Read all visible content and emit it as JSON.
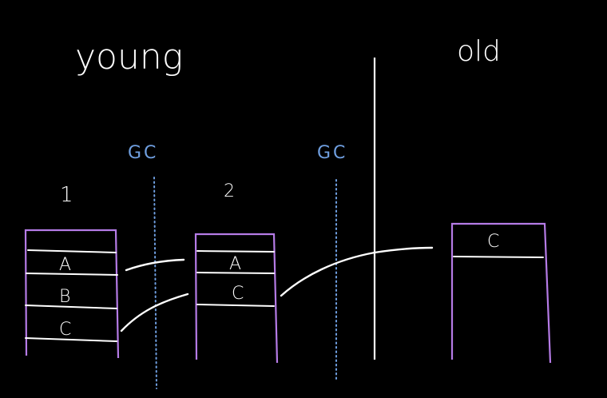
{
  "regions": {
    "young_label": "young",
    "old_label": "old"
  },
  "gc": {
    "first": "GC",
    "second": "GC"
  },
  "stacks": {
    "s1": {
      "number": "1",
      "cells": [
        "A",
        "B",
        "C"
      ]
    },
    "s2": {
      "number": "2",
      "cells": [
        "A",
        "C"
      ]
    },
    "old": {
      "cells": [
        "C"
      ]
    }
  },
  "colors": {
    "background": "#000000",
    "ink": "#ffffff",
    "box_stroke": "#b57be6",
    "gc_blue": "#6f9fe0"
  }
}
